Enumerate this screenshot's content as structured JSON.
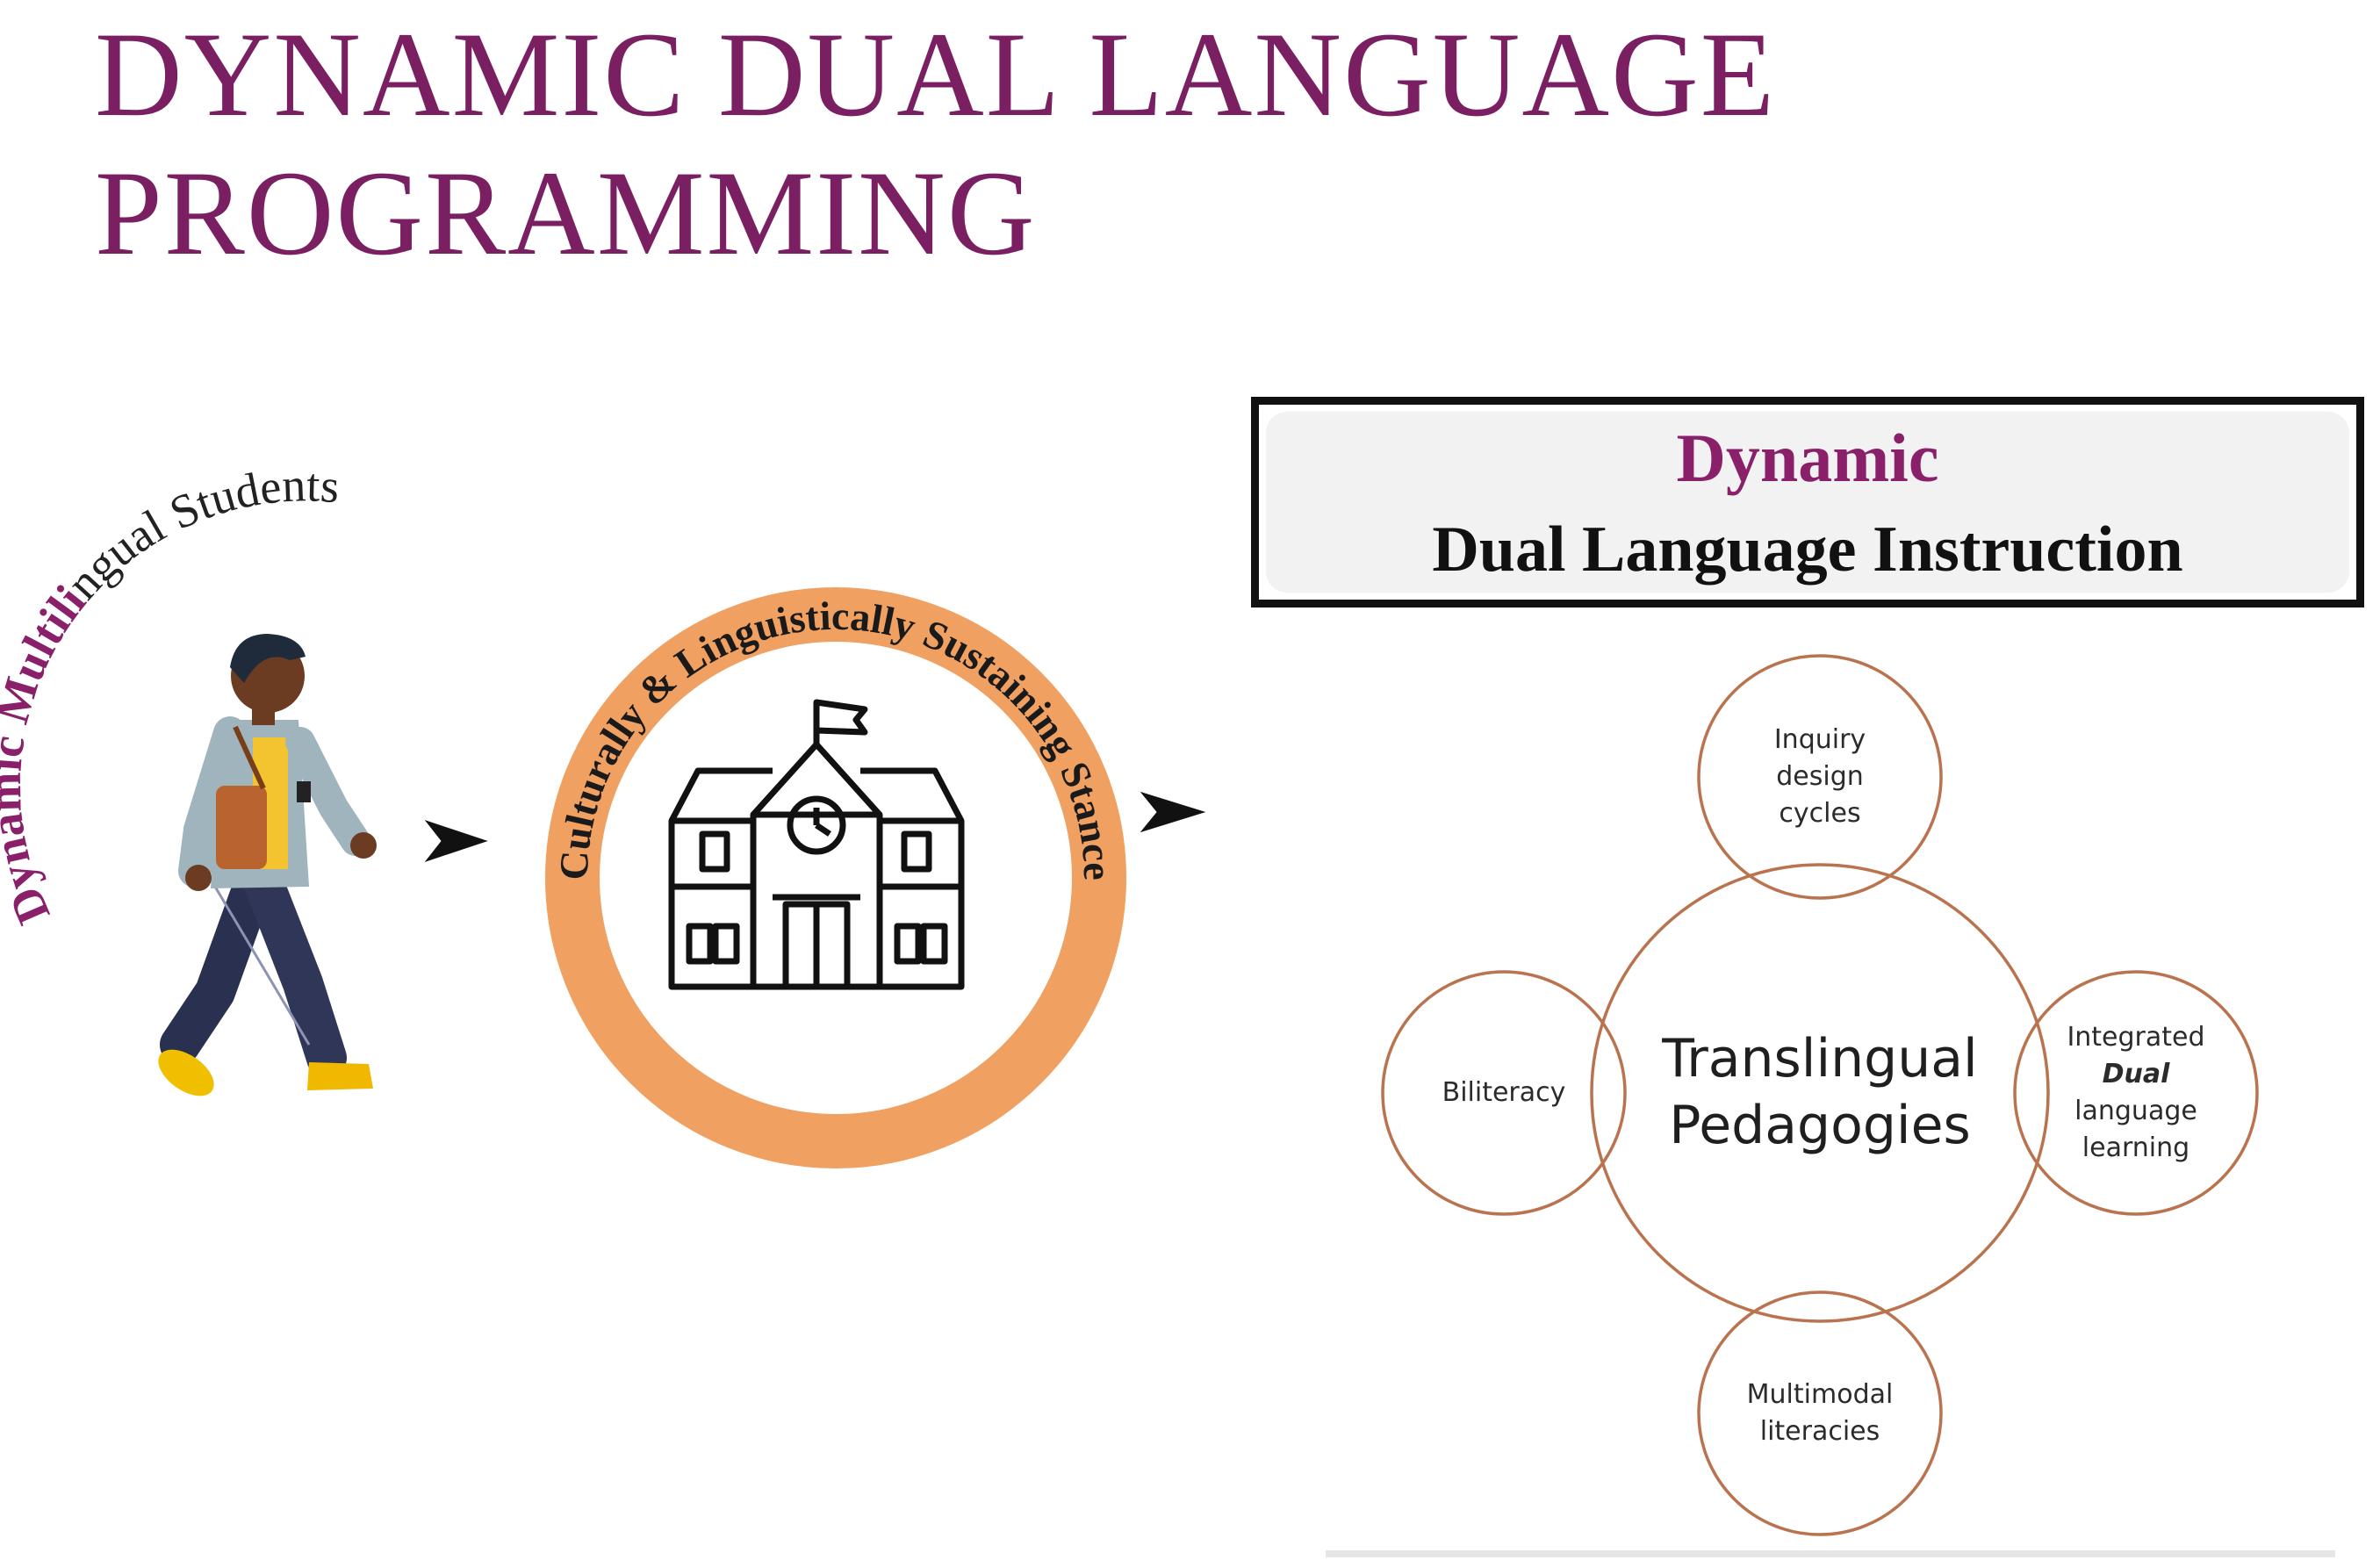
{
  "title": {
    "line1": "DYNAMIC DUAL LANGUAGE",
    "line2": "PROGRAMMING"
  },
  "student_arc": {
    "highlight": "Dynamic Multili",
    "rest": "ngual Students"
  },
  "stance_ring": {
    "text": "Culturally & Linguistically Sustaining Stance"
  },
  "instruction": {
    "dynamic": "Dynamic",
    "title": "Dual Language Instruction"
  },
  "pedagogy": {
    "center": [
      "Translingual",
      "Pedagogies"
    ],
    "inquiry": [
      "Inquiry",
      "design",
      "cycles"
    ],
    "biliteracy": "Biliteracy",
    "integrated": {
      "line1": "Integrated",
      "line2": "Dual",
      "line3": "language",
      "line4": "learning"
    },
    "multimodal": [
      "Multimodal",
      "literacies"
    ]
  },
  "colors": {
    "title": "#7b1f63",
    "accent": "#8a1f6a",
    "ring": "#f0a060",
    "pedagogy_outline": "#b9744f"
  },
  "icons": {
    "student": "walking-student-icon",
    "school": "school-building-icon",
    "arrow": "chevron-arrow-icon"
  }
}
